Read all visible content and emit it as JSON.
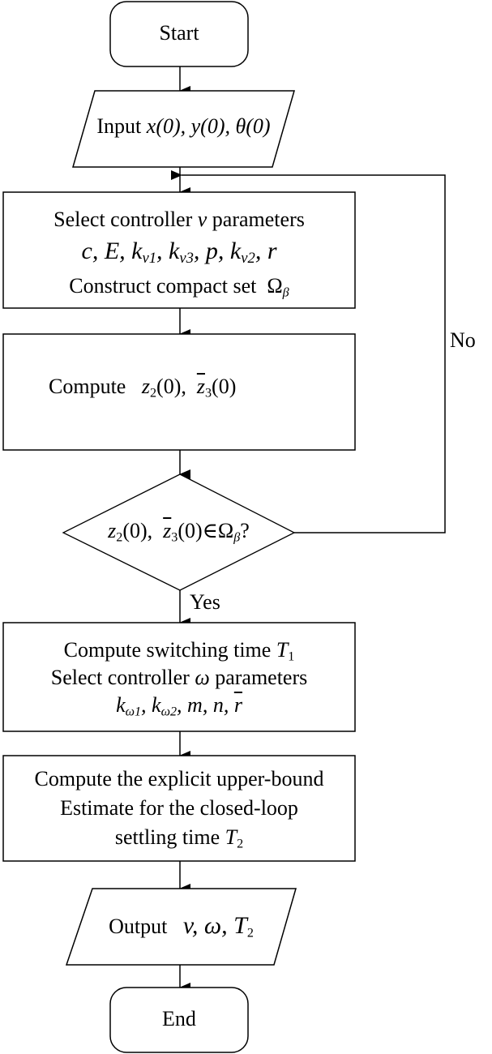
{
  "flowchart": {
    "start": {
      "label": "Start"
    },
    "input": {
      "label": "Input",
      "vars": "x(0), y(0), θ(0)"
    },
    "select_v": {
      "line1_prefix": "Select controller",
      "line1_var": "v",
      "line1_suffix": "parameters",
      "params": [
        "c",
        "E",
        "k_v1",
        "k_v3",
        "p",
        "k_v2",
        "r"
      ],
      "line3_prefix": "Construct compact set",
      "set_symbol": "Ω",
      "set_sub": "β"
    },
    "compute_z": {
      "prefix": "Compute",
      "expr": "z_2(0), z̄_3(0)"
    },
    "decision": {
      "expr": "z_2(0), z̄_3(0) ∈ Ω_β ?",
      "yes_label": "Yes",
      "no_label": "No"
    },
    "compute_t1": {
      "line1": "Compute switching time",
      "t1": "T",
      "t1_sub": "1",
      "line2_prefix": "Select controller",
      "line2_var": "ω",
      "line2_suffix": "parameters",
      "params": [
        "k_ω1",
        "k_ω2",
        "m",
        "n",
        "r̄"
      ]
    },
    "compute_t2": {
      "line1": "Compute the explicit upper-bound",
      "line2": "Estimate for the closed-loop",
      "line3": "settling time",
      "t2": "T",
      "t2_sub": "2"
    },
    "output": {
      "label": "Output",
      "vars": "v, ω, T_2"
    },
    "end": {
      "label": "End"
    }
  }
}
